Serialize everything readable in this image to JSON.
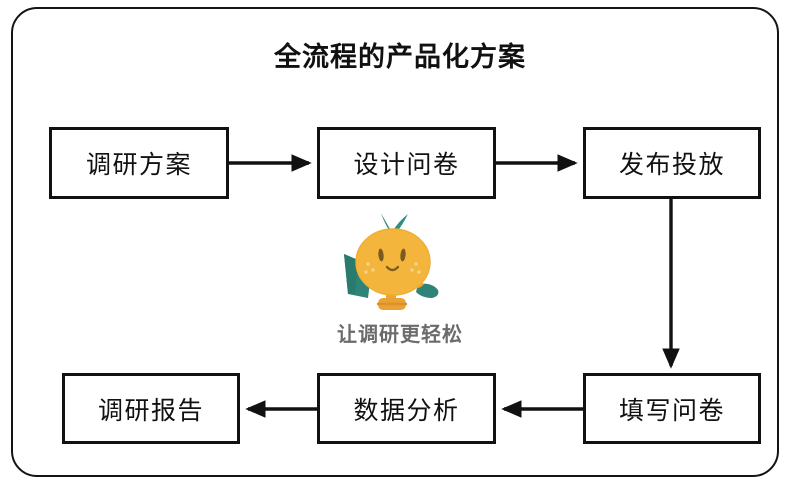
{
  "diagram": {
    "title": "全流程的产品化方案",
    "frame_color": "#141414",
    "box_border_color": "#111111",
    "arrow_color": "#111111",
    "nodes": [
      {
        "id": "research-plan",
        "label": "调研方案",
        "row": "top",
        "order": 1
      },
      {
        "id": "design-survey",
        "label": "设计问卷",
        "row": "top",
        "order": 2
      },
      {
        "id": "publish",
        "label": "发布投放",
        "row": "top",
        "order": 3
      },
      {
        "id": "fill-survey",
        "label": "填写问卷",
        "row": "bottom",
        "order": 4
      },
      {
        "id": "data-analysis",
        "label": "数据分析",
        "row": "bottom",
        "order": 5
      },
      {
        "id": "research-report",
        "label": "调研报告",
        "row": "bottom",
        "order": 6
      }
    ],
    "edges": [
      {
        "from": "research-plan",
        "to": "design-survey",
        "direction": "right"
      },
      {
        "from": "design-survey",
        "to": "publish",
        "direction": "right"
      },
      {
        "from": "publish",
        "to": "fill-survey",
        "direction": "down"
      },
      {
        "from": "fill-survey",
        "to": "data-analysis",
        "direction": "left"
      },
      {
        "from": "data-analysis",
        "to": "research-report",
        "direction": "left"
      }
    ]
  },
  "mascot": {
    "tagline": "让调研更轻松",
    "body_color": "#F4B53C",
    "body_shade_color": "#EFA52C",
    "leaf_color": "#2F8F80",
    "bag_color": "#2E8478",
    "face_color": "#7A5A1E",
    "blush_color": "#F8D184",
    "tagline_color": "#6b6b6b",
    "icon_name": "orange-mascot"
  }
}
